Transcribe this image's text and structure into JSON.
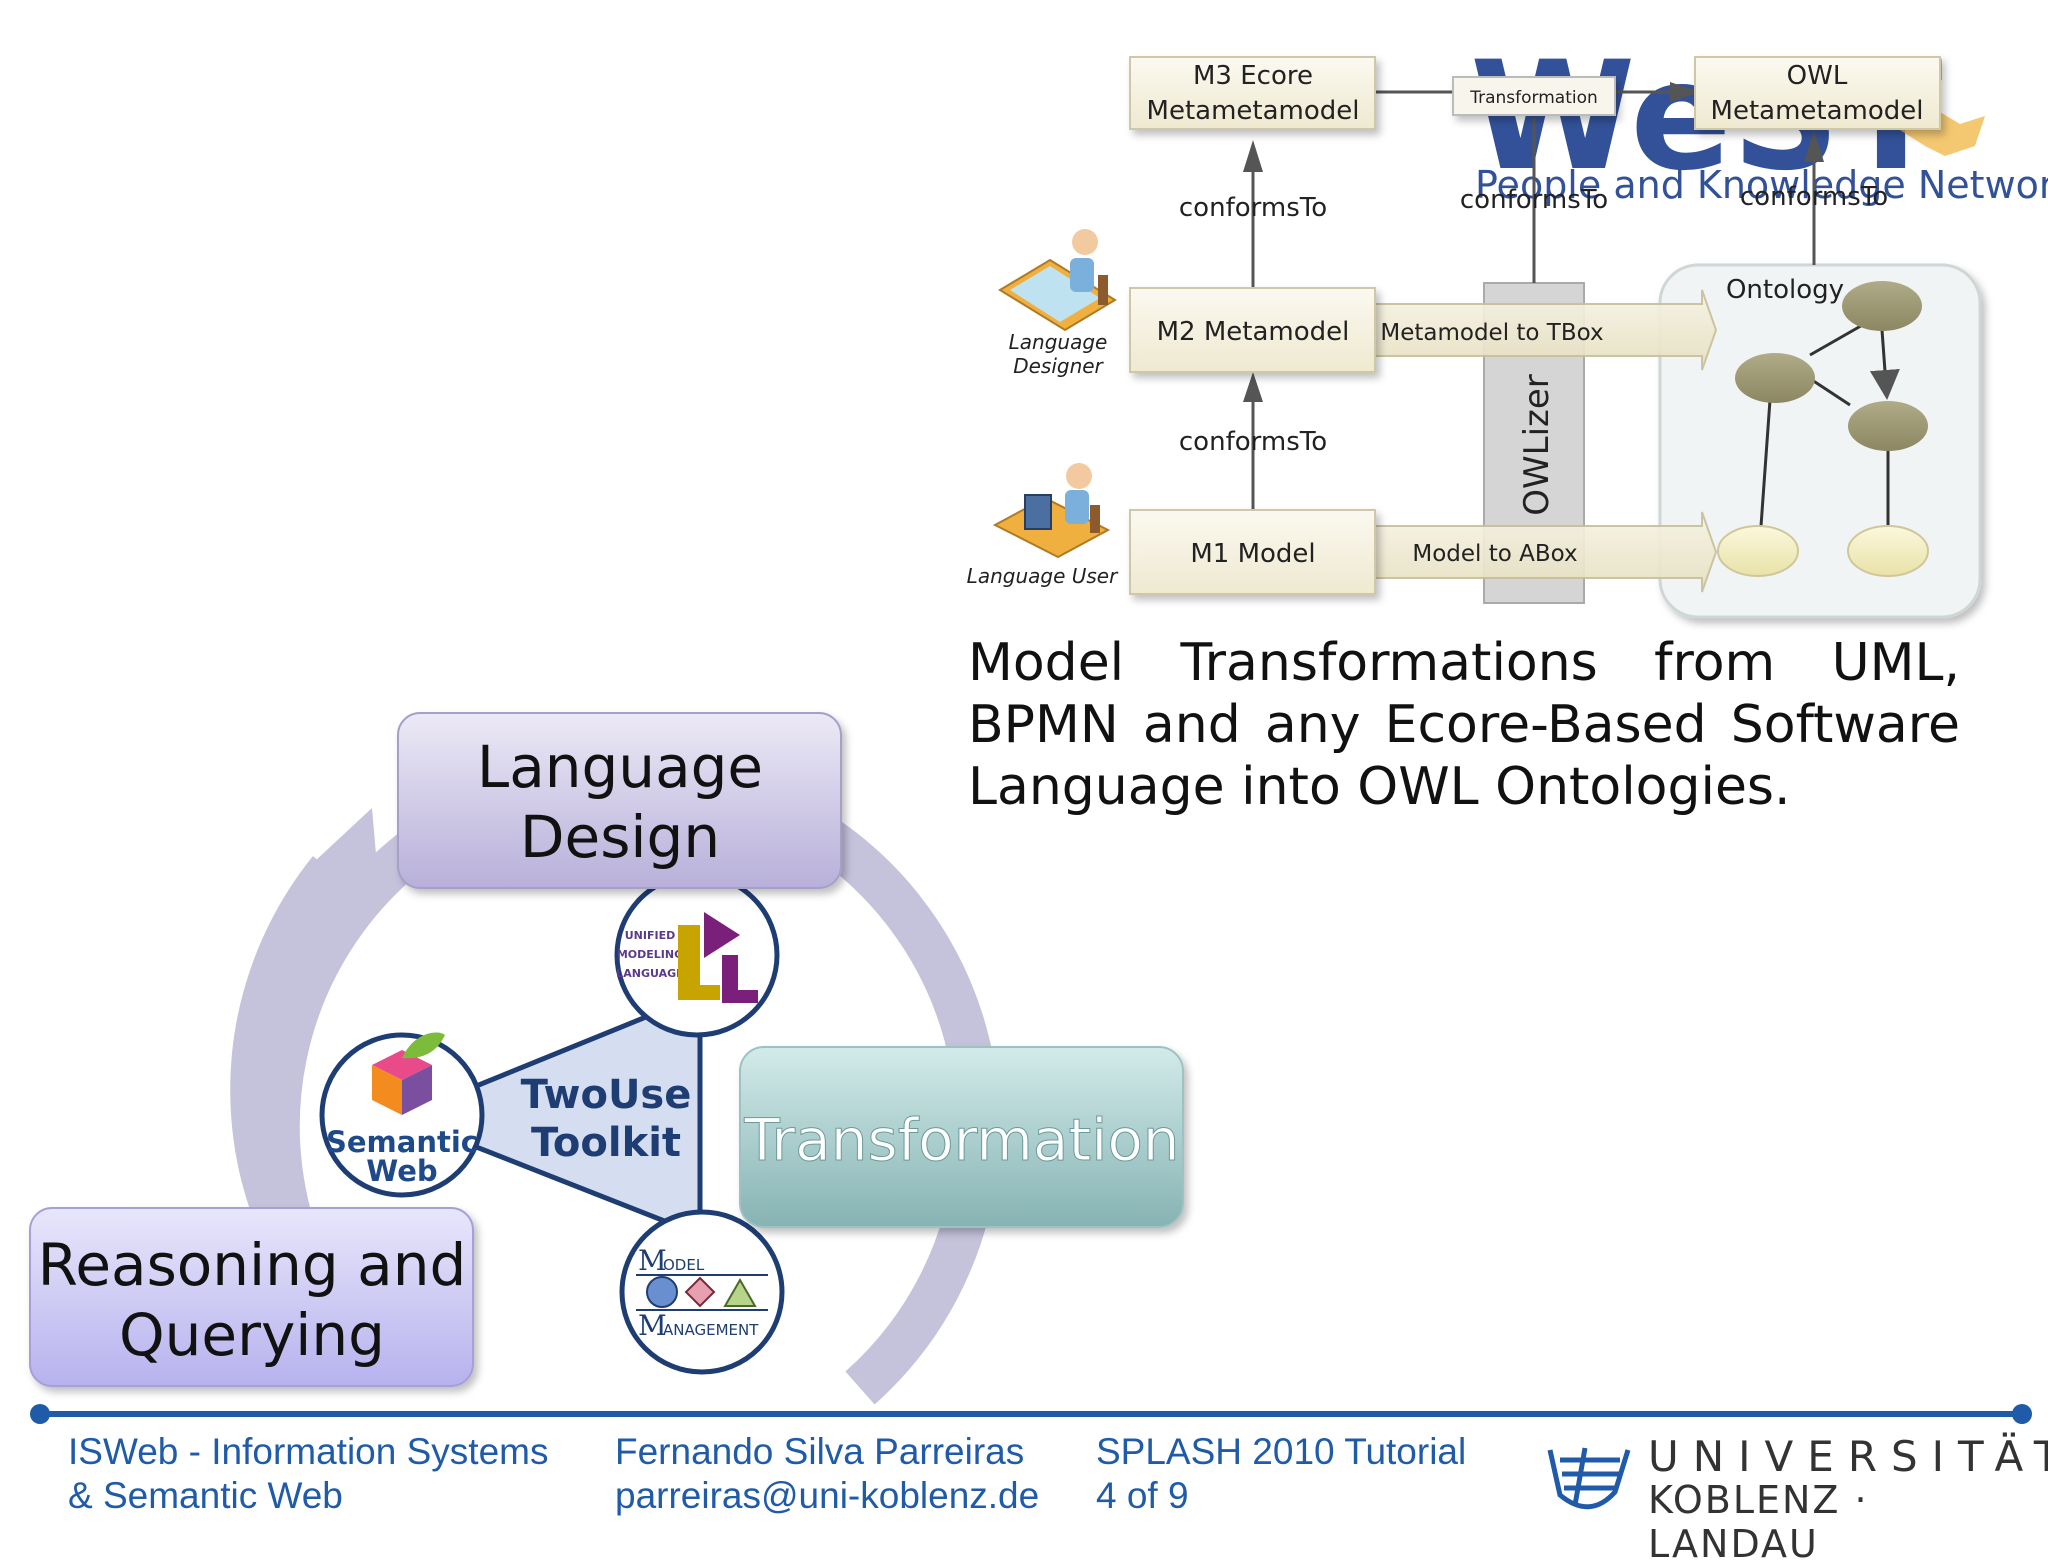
{
  "diagram": {
    "m3": [
      "M3 Ecore",
      "Metametamodel"
    ],
    "owl": [
      "OWL",
      "Metametamodel"
    ],
    "transformation_box": "Transformation",
    "conforms_to": "conformsTo",
    "m2": "M2 Metamodel",
    "m1": "M1 Model",
    "metamodel_to_tbox": "Metamodel to TBox",
    "model_to_abox": "Model to ABox",
    "owlizer": "OWLizer",
    "ontology": "Ontology",
    "language_designer": [
      "Language",
      "Designer"
    ],
    "language_user": "Language User",
    "west_logo": {
      "big": "WeST",
      "sub": "People and Knowledge Networks"
    }
  },
  "caption": "Model Transformations from UML, BPMN and any Ecore-Based Software  Language into OWL Ontologies.",
  "cycle": {
    "language_design": [
      "Language",
      "Design"
    ],
    "transformation": "Transformation",
    "reasoning": [
      "Reasoning and",
      "Querying"
    ],
    "twouse": [
      "TwoUse",
      "Toolkit"
    ],
    "semantic_web": [
      "Semantic",
      "Web"
    ],
    "uml_logo": [
      "UNIFIED",
      "MODELING",
      "LANGUAGE"
    ],
    "mm_logo": [
      "ODEL",
      "ANAGEMENT"
    ]
  },
  "footer": {
    "org": [
      "ISWeb - Information Systems",
      "& Semantic Web"
    ],
    "author": [
      "Fernando Silva Parreiras",
      "parreiras@uni-koblenz.de"
    ],
    "event": [
      "SPLASH 2010 Tutorial",
      "4 of 9"
    ],
    "university": [
      "UNIVERSITÄT",
      "KOBLENZ · LANDAU"
    ]
  },
  "colors": {
    "footer_blue": "#1f5ba8",
    "box_fill": "#f5f1df",
    "transformation_teal": "#9bc4c4",
    "purple_box": "#c8c2e2"
  }
}
